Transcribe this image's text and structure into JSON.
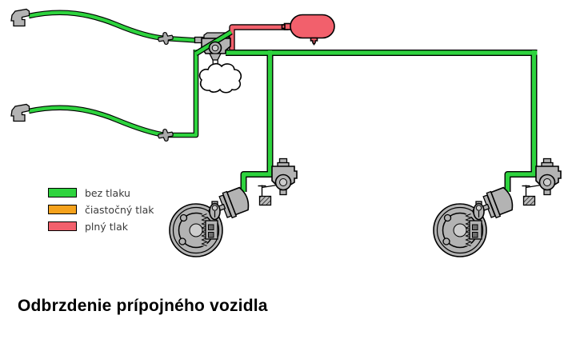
{
  "title": "Odbrzdenie prípojného vozidla",
  "colors": {
    "green": "#2ed33e",
    "orange": "#f5a21c",
    "red": "#f2606c",
    "metal": "#b3b3b3",
    "metal-light": "#cdcdcd",
    "metal-dark": "#6e6e6e",
    "outline": "#000000",
    "text": "#3a3a3a"
  },
  "legend": {
    "items": [
      {
        "label": "bez tlaku",
        "color": "#2ed33e",
        "state": "green"
      },
      {
        "label": "čiastočný tlak",
        "color": "#f5a21c",
        "state": "orange"
      },
      {
        "label": "plný tlak",
        "color": "#f2606c",
        "state": "red"
      }
    ]
  },
  "diagram": {
    "components": [
      {
        "name": "coupling-head-top",
        "line_color": "green"
      },
      {
        "name": "coupling-head-bottom",
        "line_color": "green"
      },
      {
        "name": "hose-connector-top"
      },
      {
        "name": "hose-connector-bottom"
      },
      {
        "name": "trailer-brake-valve"
      },
      {
        "name": "exhaust-cloud"
      },
      {
        "name": "air-reservoir",
        "color": "red"
      },
      {
        "name": "reservoir-pipe",
        "color": "red"
      },
      {
        "name": "main-line",
        "color": "green"
      },
      {
        "name": "brake-unit-left",
        "parts": [
          "relay-valve",
          "brake-chamber",
          "slack-adjuster",
          "drum-brake",
          "anchor-block"
        ]
      },
      {
        "name": "brake-unit-right",
        "parts": [
          "relay-valve",
          "brake-chamber",
          "slack-adjuster",
          "drum-brake",
          "anchor-block"
        ]
      }
    ]
  }
}
